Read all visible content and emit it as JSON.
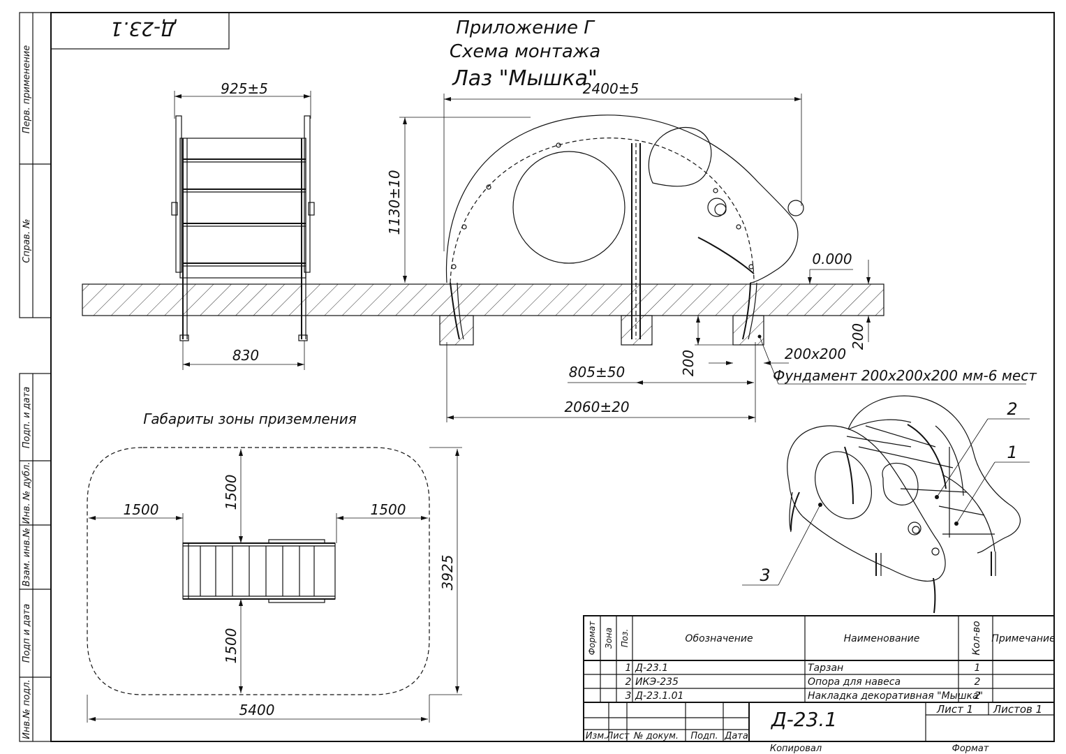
{
  "stamp_code": "Д-23.1",
  "title": {
    "line1": "Приложение Г",
    "line2": "Схема монтажа",
    "line3": "Лаз \"Мышка\""
  },
  "side_labels": [
    "Перв. применение",
    "Справ. №",
    "Подп. и дата",
    "Инв. № дубл.",
    "Взам. инв.№",
    "Подп и дата",
    "Инв.№ подл."
  ],
  "dimensions": {
    "front_width": "925±5",
    "front_base": "830",
    "total_length": "2400±5",
    "height": "1130±10",
    "level": "0.000",
    "depth_right": "200",
    "depth_found": "200",
    "found_size": "200х200",
    "foundation_note": "Фундамент 200х200х200 мм-6 мест",
    "post_offset": "805±50",
    "base_length": "2060±20"
  },
  "zone": {
    "title": "Габариты зоны приземления",
    "left": "1500",
    "right": "1500",
    "top": "1500",
    "bottom": "1500",
    "height": "3925",
    "width": "5400"
  },
  "callouts": [
    "1",
    "2",
    "3"
  ],
  "spec": {
    "headers": {
      "format": "Формат",
      "zone": "Зона",
      "pos": "Поз.",
      "designation": "Обозначение",
      "name": "Наименование",
      "qty": "Кол-во",
      "note": "Примечание"
    },
    "rows": [
      {
        "pos": "1",
        "designation": "Д-23.1",
        "name": "Тарзан",
        "qty": "1"
      },
      {
        "pos": "2",
        "designation": "ИКЭ-235",
        "name": "Опора для навеса",
        "qty": "2"
      },
      {
        "pos": "3",
        "designation": "Д-23.1.01",
        "name": "Накладка декоративная \"Мышка\"",
        "qty": "2"
      }
    ]
  },
  "title_block": {
    "code": "Д-23.1",
    "sheet": "Лист 1",
    "sheets": "Листов 1",
    "izm": "Изм.",
    "list": "Лист",
    "doc_no": "№ докум.",
    "sign": "Подп.",
    "date": "Дата",
    "copied": "Копировал",
    "format": "Формат"
  }
}
